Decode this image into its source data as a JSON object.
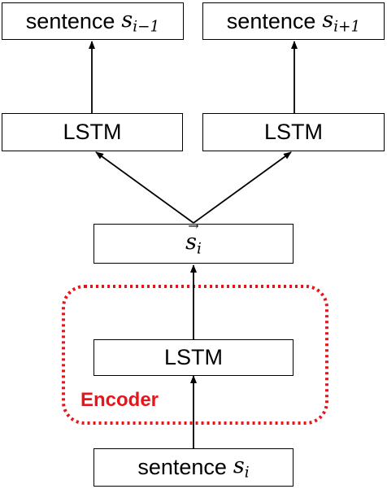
{
  "nodes": {
    "prev_sentence": {
      "word": "sentence",
      "var": "s",
      "sub": "i−1"
    },
    "next_sentence": {
      "word": "sentence",
      "var": "s",
      "sub": "i+1"
    },
    "lstm_left": {
      "label": "LSTM"
    },
    "lstm_right": {
      "label": "LSTM"
    },
    "vector": {
      "var": "s",
      "sub": "i",
      "arrow": "→"
    },
    "lstm_encoder": {
      "label": "LSTM"
    },
    "input_sentence": {
      "word": "sentence",
      "var": "s",
      "sub": "i"
    }
  },
  "encoder": {
    "label": "Encoder",
    "color": "#e8141a"
  }
}
